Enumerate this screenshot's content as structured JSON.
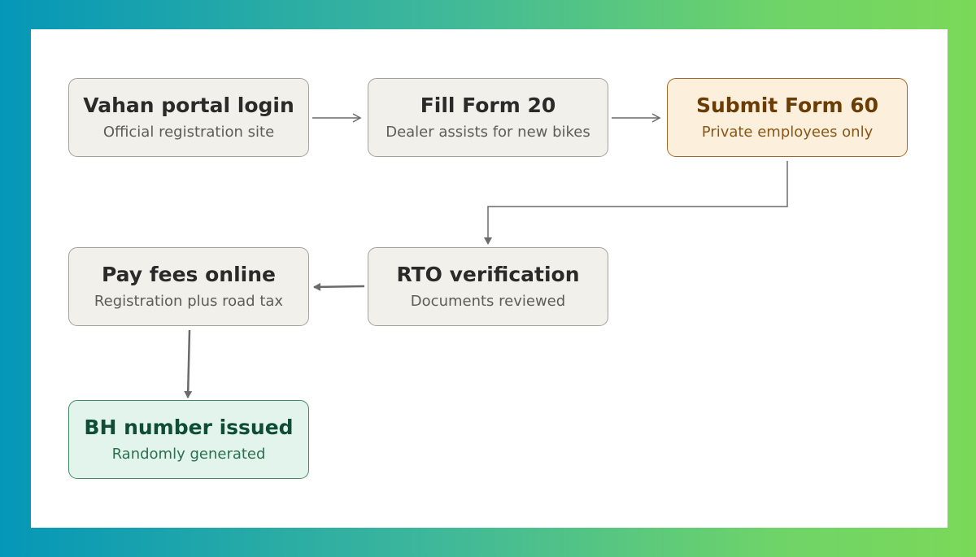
{
  "steps": [
    {
      "title": "Vahan portal login",
      "subtitle": "Official registration site"
    },
    {
      "title": "Fill Form 20",
      "subtitle": "Dealer assists for new bikes"
    },
    {
      "title": "Submit Form 60",
      "subtitle": "Private employees only"
    },
    {
      "title": "RTO verification",
      "subtitle": "Documents reviewed"
    },
    {
      "title": "Pay fees online",
      "subtitle": "Registration plus road tax"
    },
    {
      "title": "BH number issued",
      "subtitle": "Randomly generated"
    }
  ],
  "colors": {
    "node_fill": "#f1f0eb",
    "node_border": "#a3a19b",
    "highlight_fill": "#fcefdc",
    "highlight_border": "#a06a26",
    "final_fill": "#e3f4ec",
    "final_border": "#3f8b68",
    "connector": "#6a6a6a"
  }
}
